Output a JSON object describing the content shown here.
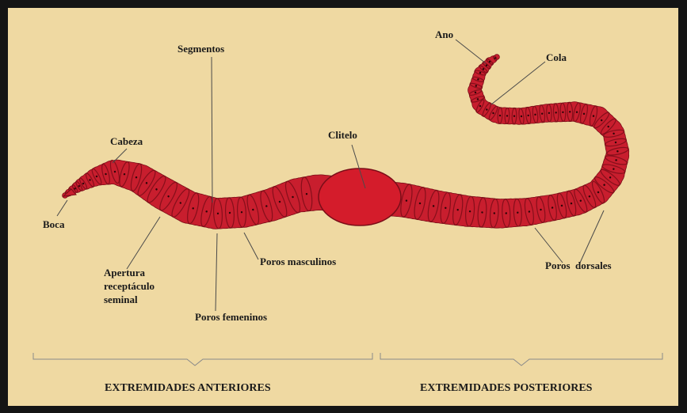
{
  "colors": {
    "background": "#efd9a2",
    "frame": "#141414",
    "worm_body": "#c81e2e",
    "worm_dark": "#7a0d18",
    "clitellum": "#d41c2b",
    "leader_line": "#4a4a4a"
  },
  "labels": {
    "segmentos": "Segmentos",
    "cabeza": "Cabeza",
    "boca": "Boca",
    "apertura": "Apertura\nreceptáculo\nseminal",
    "poros_femeninos": "Poros femeninos",
    "poros_masculinos": "Poros masculinos",
    "clitelo": "Clitelo",
    "ano": "Ano",
    "cola": "Cola",
    "poros_dorsales": "Poros  dorsales"
  },
  "sections": {
    "anterior": "EXTREMIDADES ANTERIORES",
    "posterior": "EXTREMIDADES POSTERIORES"
  }
}
